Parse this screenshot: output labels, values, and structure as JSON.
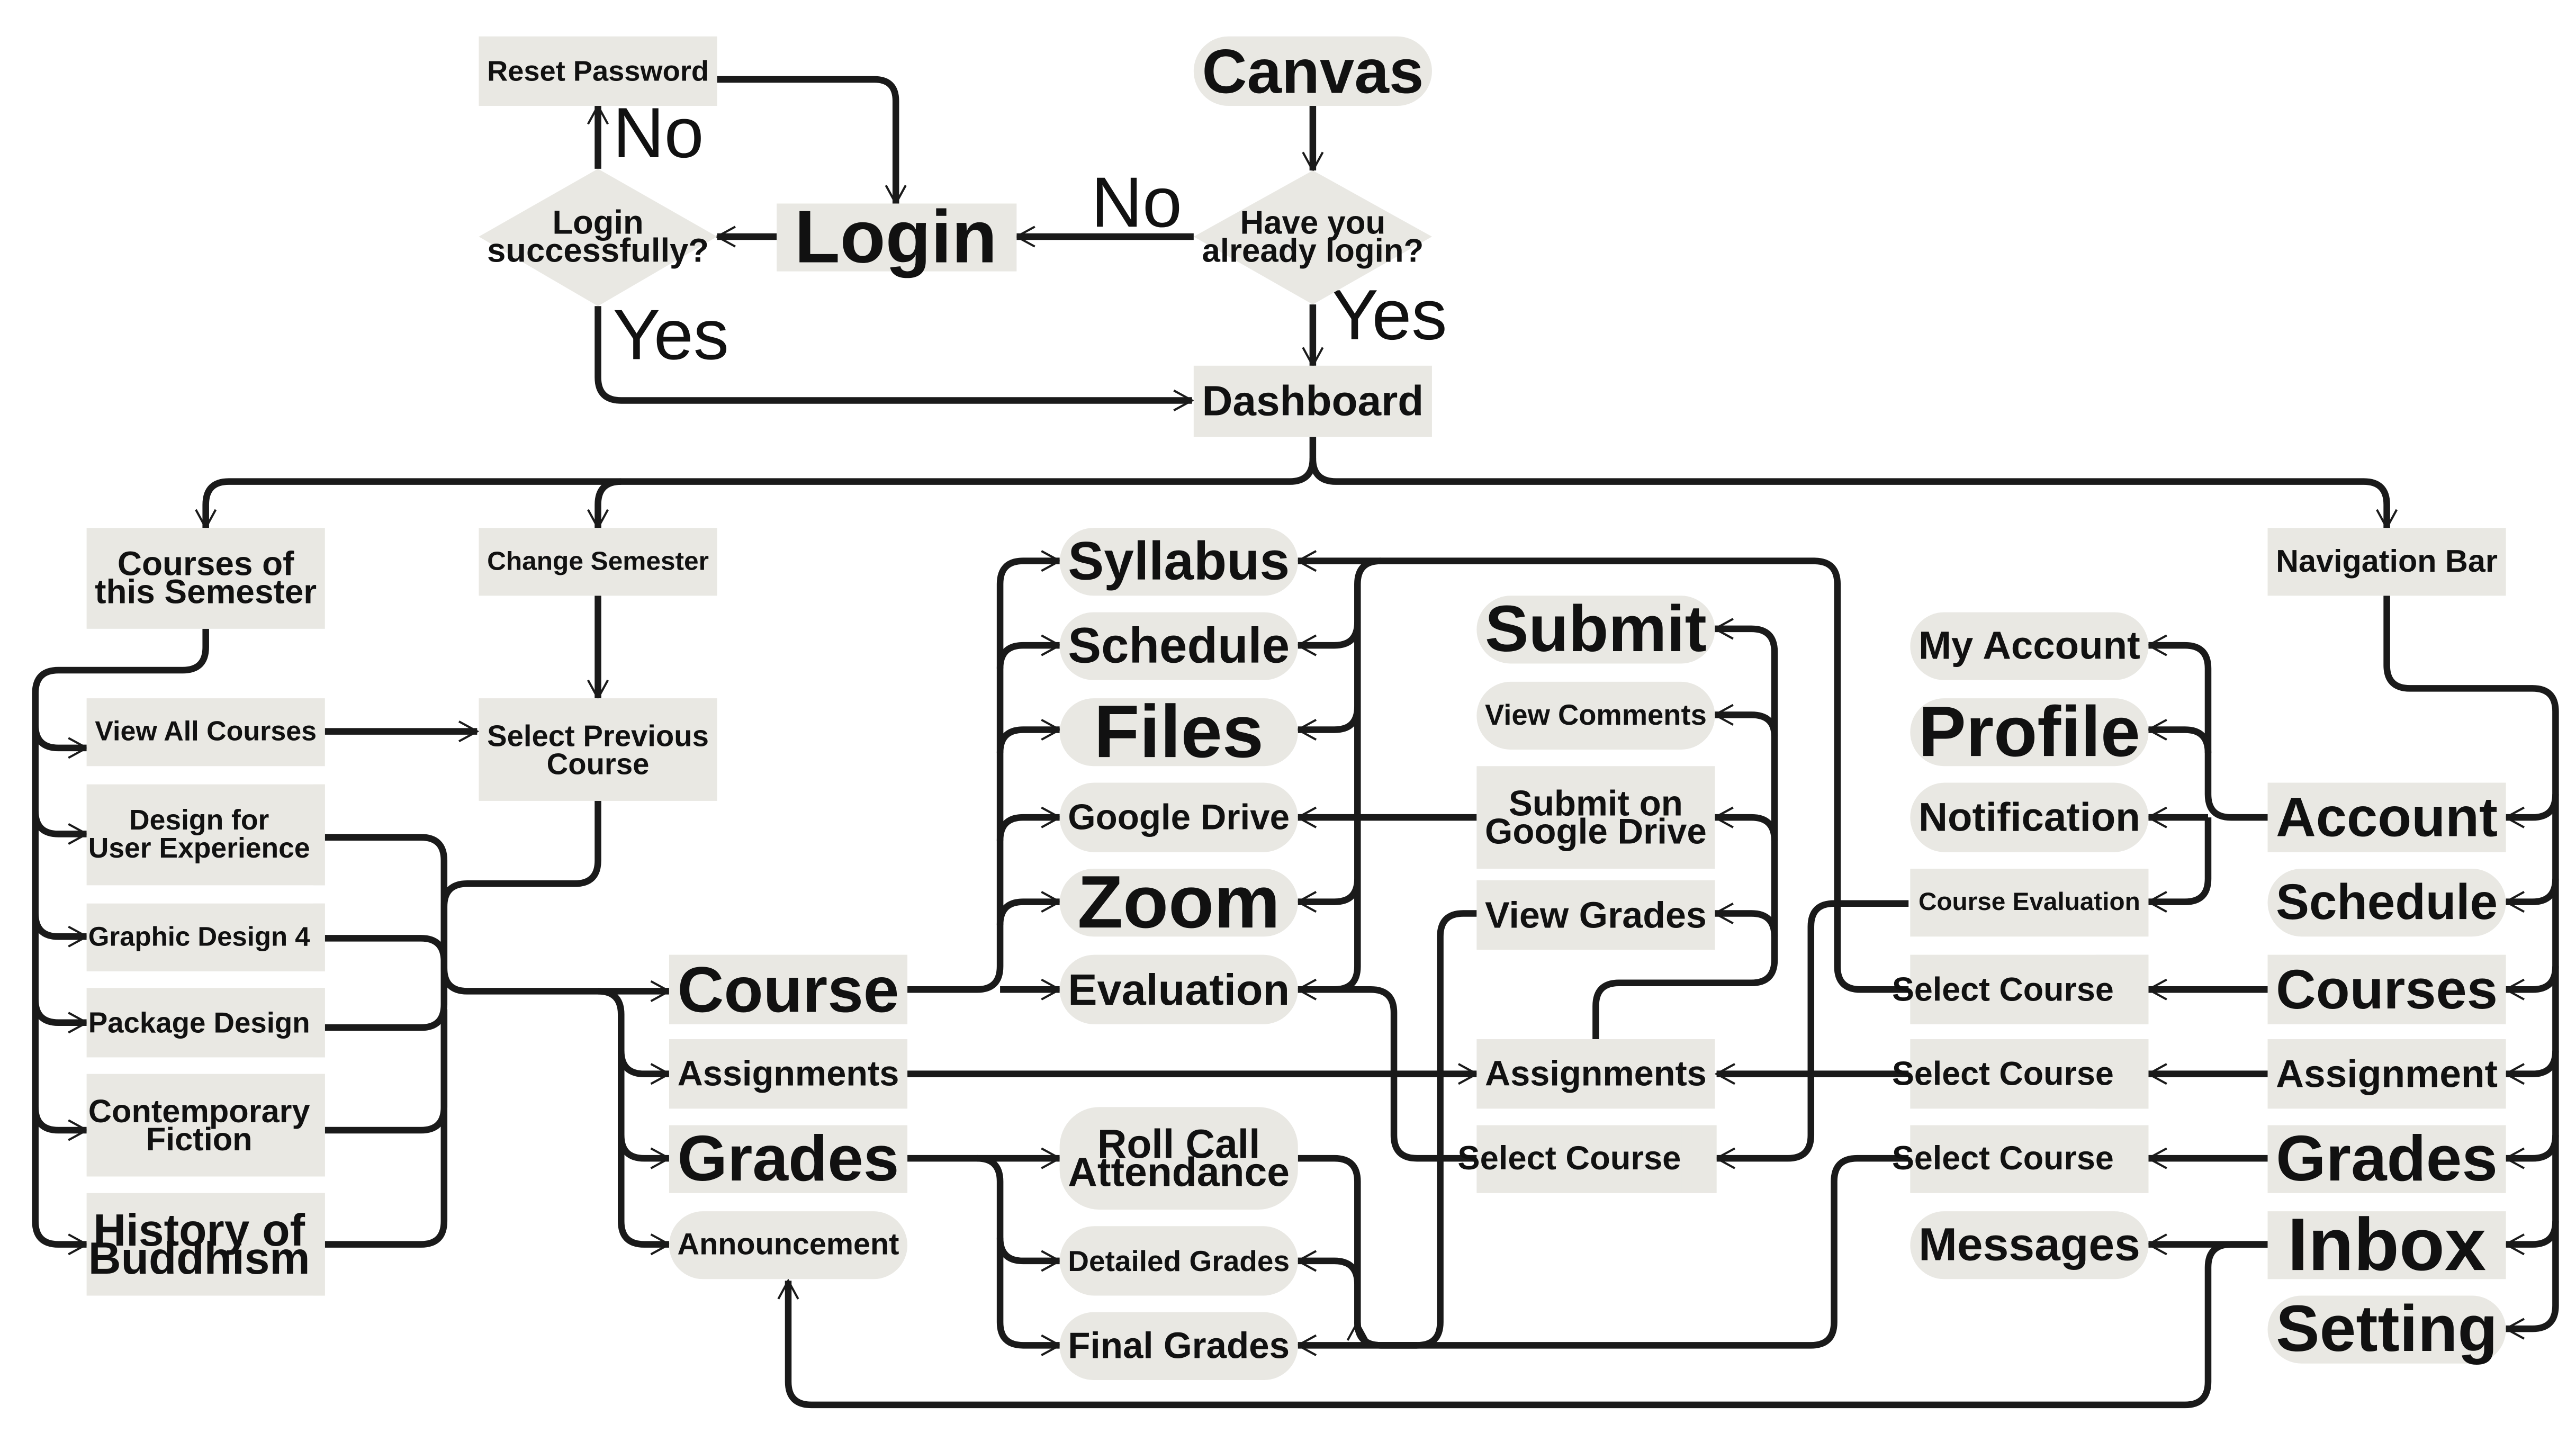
{
  "colors": {
    "node_fill": "#e9e8e3",
    "line": "#1a1a1a",
    "course_blue": "#2e4d9a",
    "course_pink": "#e0467c",
    "course_green": "#3fb58c",
    "course_purple": "#8e6bb0",
    "course_yellow": "#f6c631"
  },
  "nodes": {
    "canvas": "Canvas",
    "have_login": "Have you\nalready login?",
    "login": "Login",
    "login_ok": "Login\nsuccessfully?",
    "reset_password": "Reset Password",
    "dashboard": "Dashboard",
    "courses_semester": "Courses of\nthis Semester",
    "change_semester": "Change Semester",
    "view_all": "View All Courses",
    "select_previous": "Select Previous\nCourse",
    "dux": "Design for\nUser Experience",
    "gd4": "Graphic Design 4",
    "package": "Package Design",
    "fiction": "Contemporary\nFiction",
    "buddhism": "History of\nBuddhism",
    "course": "Course",
    "assignments_l": "Assignments",
    "grades_l": "Grades",
    "announcement": "Announcement",
    "syllabus": "Syllabus",
    "schedule_m": "Schedule",
    "files": "Files",
    "gdrive": "Google Drive",
    "zoom": "Zoom",
    "evaluation": "Evaluation",
    "rollcall": "Roll Call\nAttendance",
    "detailed": "Detailed Grades",
    "final": "Final Grades",
    "submit": "Submit",
    "view_comments": "View Comments",
    "submit_gdrive": "Submit on\nGoogle Drive",
    "view_grades": "View Grades",
    "assignments_m": "Assignments",
    "select_course_m": "Select Course",
    "my_account": "My Account",
    "profile": "Profile",
    "notification": "Notification",
    "course_eval": "Course Evaluation",
    "select_course_r1": "Select Course",
    "select_course_r2": "Select Course",
    "select_course_r3": "Select Course",
    "messages": "Messages",
    "nav_bar": "Navigation Bar",
    "account": "Account",
    "schedule_r": "Schedule",
    "courses_r": "Courses",
    "assignment_r": "Assignment",
    "grades_r": "Grades",
    "inbox": "Inbox",
    "setting": "Setting"
  },
  "edge_labels": {
    "no_1": "No",
    "no_2": "No",
    "yes_1": "Yes",
    "yes_2": "Yes"
  }
}
